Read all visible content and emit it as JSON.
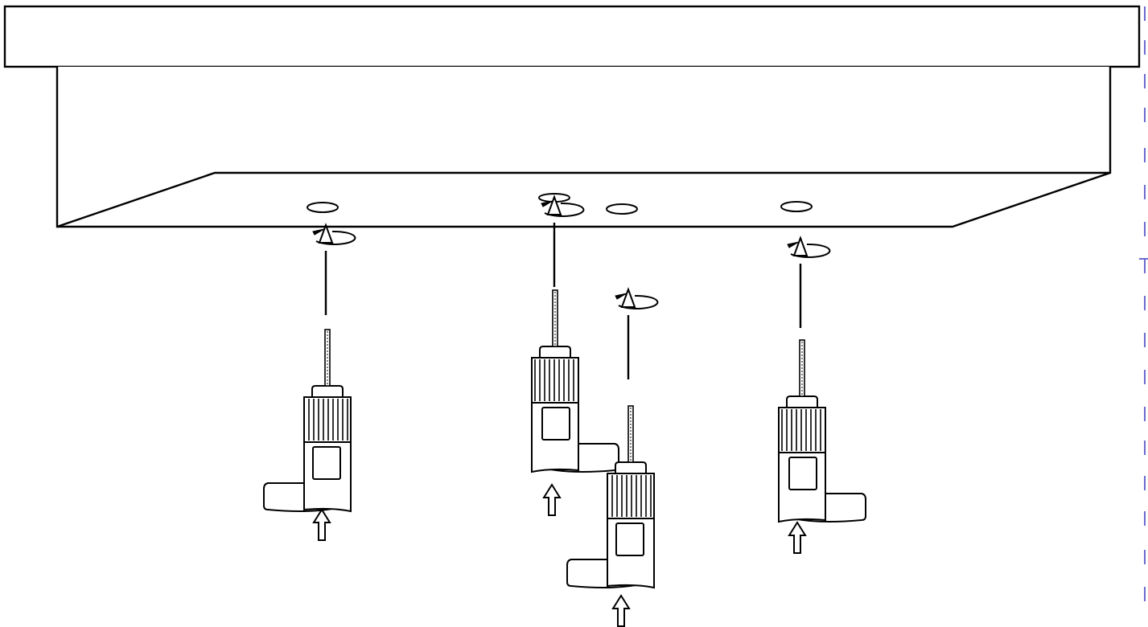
{
  "diagram": {
    "line_color": "#000000",
    "fill_color": "#ffffff",
    "margin_mark_color": "#6a6ad0",
    "drills": [
      {
        "name": "drill-left",
        "facing": "left",
        "rotation_direction": "counterclockwise",
        "feed_arrow": "up"
      },
      {
        "name": "drill-center-upper",
        "facing": "right",
        "rotation_direction": "counterclockwise",
        "feed_arrow": "up"
      },
      {
        "name": "drill-center-lower",
        "facing": "left",
        "rotation_direction": "counterclockwise",
        "feed_arrow": "up"
      },
      {
        "name": "drill-right",
        "facing": "right",
        "rotation_direction": "counterclockwise",
        "feed_arrow": "up"
      }
    ],
    "holes": [
      {
        "name": "hole-left"
      },
      {
        "name": "hole-center-upper"
      },
      {
        "name": "hole-center-lower"
      },
      {
        "name": "hole-right"
      }
    ]
  }
}
